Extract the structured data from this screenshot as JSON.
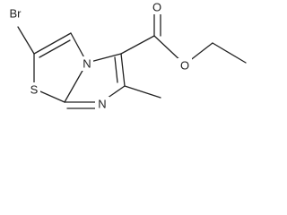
{
  "molecule": {
    "atoms": {
      "br": "Br",
      "s": "S",
      "n_ring": "N",
      "n_fused": "N",
      "o_carbonyl": "O",
      "o_ester": "O"
    }
  }
}
